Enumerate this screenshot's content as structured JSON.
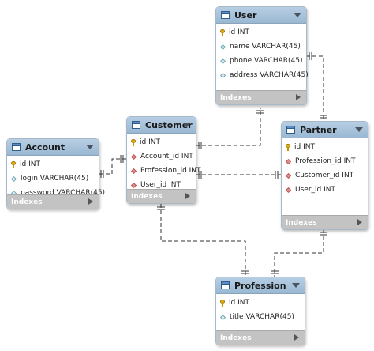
{
  "colors": {
    "header": "#9ab8d3",
    "indexes": "#c3c3c3",
    "connector": "#333333"
  },
  "indexes_label": "Indexes",
  "entities": {
    "user": {
      "title": "User",
      "columns": [
        {
          "icon": "key-icon",
          "text": "id INT"
        },
        {
          "icon": "attribute-diamond-icon",
          "text": "name VARCHAR(45)"
        },
        {
          "icon": "attribute-diamond-icon",
          "text": "phone VARCHAR(45)"
        },
        {
          "icon": "attribute-diamond-icon",
          "text": "address VARCHAR(45)"
        }
      ]
    },
    "customer": {
      "title": "Customer",
      "columns": [
        {
          "icon": "key-icon",
          "text": "id INT"
        },
        {
          "icon": "foreign-key-diamond-icon",
          "text": "Account_id INT"
        },
        {
          "icon": "foreign-key-diamond-icon",
          "text": "Profession_id INT"
        },
        {
          "icon": "foreign-key-diamond-icon",
          "text": "User_id INT"
        }
      ]
    },
    "account": {
      "title": "Account",
      "columns": [
        {
          "icon": "key-icon",
          "text": "id INT"
        },
        {
          "icon": "attribute-diamond-icon",
          "text": "login VARCHAR(45)"
        },
        {
          "icon": "attribute-diamond-icon",
          "text": "password VARCHAR(45)"
        }
      ]
    },
    "partner": {
      "title": "Partner",
      "columns": [
        {
          "icon": "key-icon",
          "text": "id INT"
        },
        {
          "icon": "foreign-key-diamond-icon",
          "text": "Profession_id INT"
        },
        {
          "icon": "foreign-key-diamond-icon",
          "text": "Customer_id INT"
        },
        {
          "icon": "foreign-key-diamond-icon",
          "text": "User_id INT"
        }
      ]
    },
    "profession": {
      "title": "Profession",
      "columns": [
        {
          "icon": "key-icon",
          "text": "id INT"
        },
        {
          "icon": "attribute-diamond-icon",
          "text": "title VARCHAR(45)"
        }
      ]
    }
  }
}
